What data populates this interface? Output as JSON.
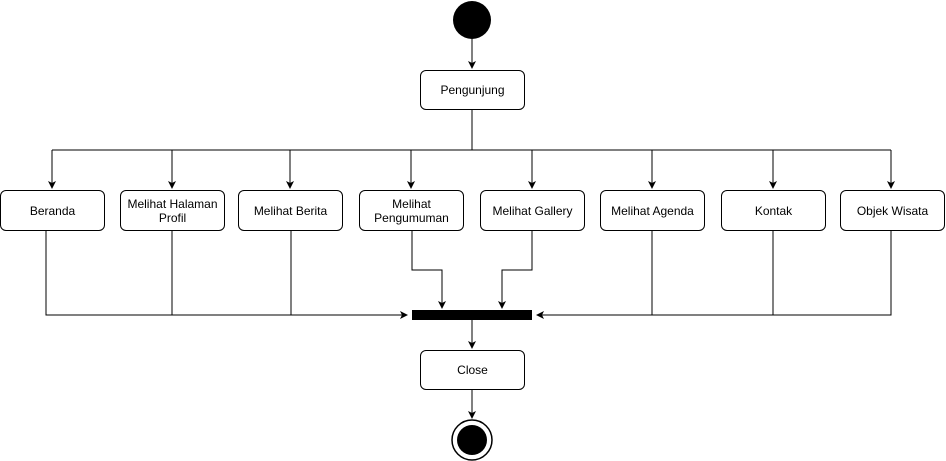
{
  "diagram": {
    "start_node": "start",
    "visitor": "Pengunjung",
    "activities": [
      "Beranda",
      "Melihat Halaman Profil",
      "Melihat Berita",
      "Melihat Pengumuman",
      "Melihat Gallery",
      "Melihat Agenda",
      "Kontak",
      "Objek Wisata"
    ],
    "close": "Close",
    "end_node": "end"
  }
}
